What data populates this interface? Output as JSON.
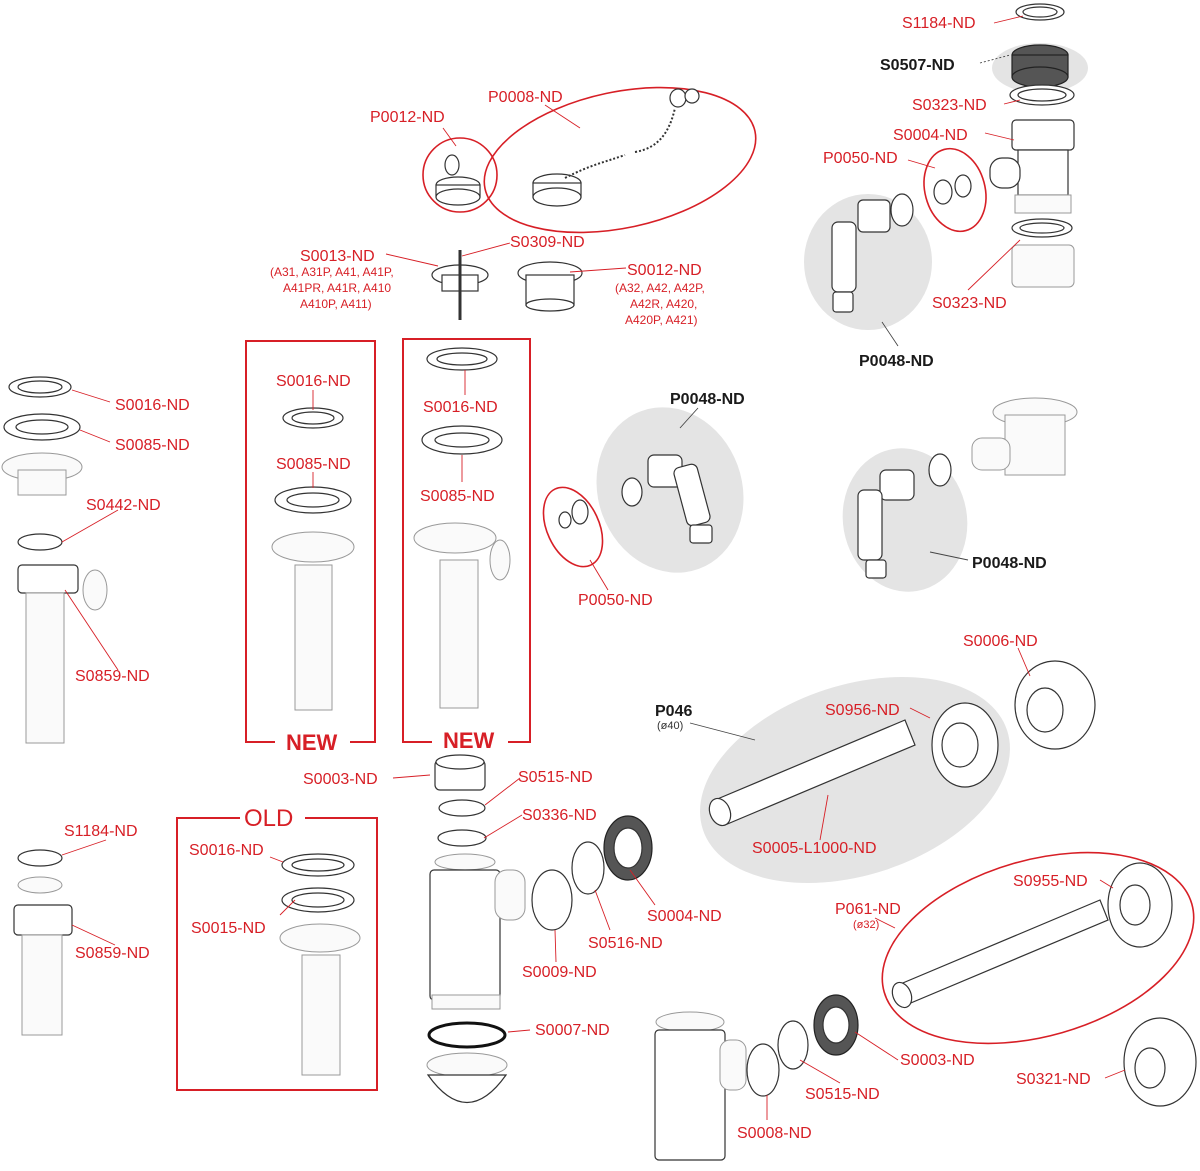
{
  "diagram": {
    "title": "Sink siphon spare parts exploded view",
    "accent_color": "#d71f26",
    "dark_label_color": "#1a1a1a",
    "group_fill_color": "#e4e4e4",
    "frames": [
      {
        "id": "new-1",
        "title": "NEW"
      },
      {
        "id": "new-2",
        "title": "NEW"
      },
      {
        "id": "old",
        "title": "OLD"
      }
    ],
    "labels": {
      "top_s1184": "S1184-ND",
      "top_s0507": "S0507-ND",
      "top_s0323_a": "S0323-ND",
      "top_s0004": "S0004-ND",
      "top_p0050": "P0050-ND",
      "top_s0323_b": "S0323-ND",
      "top_p0048": "P0048-ND",
      "p0012": "P0012-ND",
      "p0008": "P0008-ND",
      "s0013": "S0013-ND",
      "s0013_note_1": "(A31, A31P, A41, A41P,",
      "s0013_note_2": "A41PR, A41R, A410",
      "s0013_note_3": "A410P, A411)",
      "s0309": "S0309-ND",
      "s0012": "S0012-ND",
      "s0012_note_1": "(A32, A42, A42P,",
      "s0012_note_2": "A42R, A420,",
      "s0012_note_3": "A420P, A421)",
      "left_s0016": "S0016-ND",
      "left_s0085": "S0085-ND",
      "left_s0442": "S0442-ND",
      "left_s0859": "S0859-ND",
      "new1_s0016": "S0016-ND",
      "new1_s0085": "S0085-ND",
      "new2_s0016": "S0016-ND",
      "new2_s0085": "S0085-ND",
      "mid_p0048": "P0048-ND",
      "mid_p0050": "P0050-ND",
      "right_p0048": "P0048-ND",
      "s0006": "S0006-ND",
      "p046": "P046",
      "p046_sub": "(ø40)",
      "s0956": "S0956-ND",
      "s0005": "S0005-L1000-ND",
      "c_s0003": "S0003-ND",
      "c_s0515": "S0515-ND",
      "c_s0336": "S0336-ND",
      "c_s0004": "S0004-ND",
      "c_s0516": "S0516-ND",
      "c_s0009": "S0009-ND",
      "c_s0007": "S0007-ND",
      "bl_s1184": "S1184-ND",
      "bl_s0859": "S0859-ND",
      "old_s0016": "S0016-ND",
      "old_s0015": "S0015-ND",
      "p061": "P061-ND",
      "p061_sub": "(ø32)",
      "s0955": "S0955-ND",
      "br_s0003": "S0003-ND",
      "br_s0515": "S0515-ND",
      "br_s0008": "S0008-ND",
      "s0321": "S0321-ND"
    }
  }
}
